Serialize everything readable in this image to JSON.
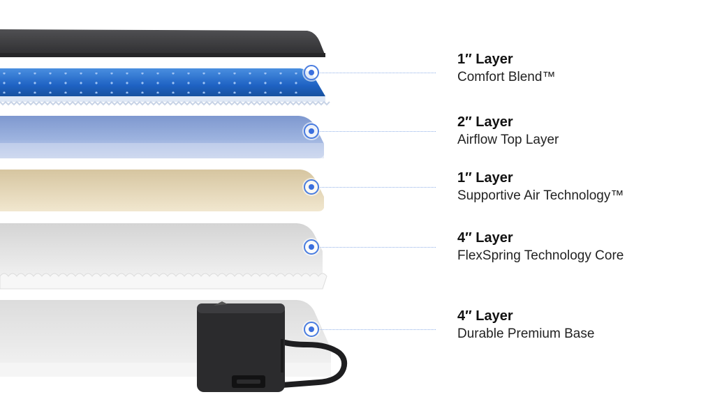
{
  "accent": "#3b6fde",
  "layers": [
    {
      "thickness": "1″ Layer",
      "name": "Comfort Blend™",
      "color": "#2266c4"
    },
    {
      "thickness": "2″ Layer",
      "name": "Airflow Top Layer",
      "color": "#8fa9d9"
    },
    {
      "thickness": "1″ Layer",
      "name": "Supportive Air Technology™",
      "color": "#e3d5b4"
    },
    {
      "thickness": "4″ Layer",
      "name": "FlexSpring Technology Core",
      "color": "#e6e6e6"
    },
    {
      "thickness": "4″ Layer",
      "name": "Durable Premium Base",
      "color": "#ececec"
    }
  ],
  "cover": {
    "color": "#3a3a3c"
  },
  "pump": {
    "color": "#2b2b2d"
  }
}
